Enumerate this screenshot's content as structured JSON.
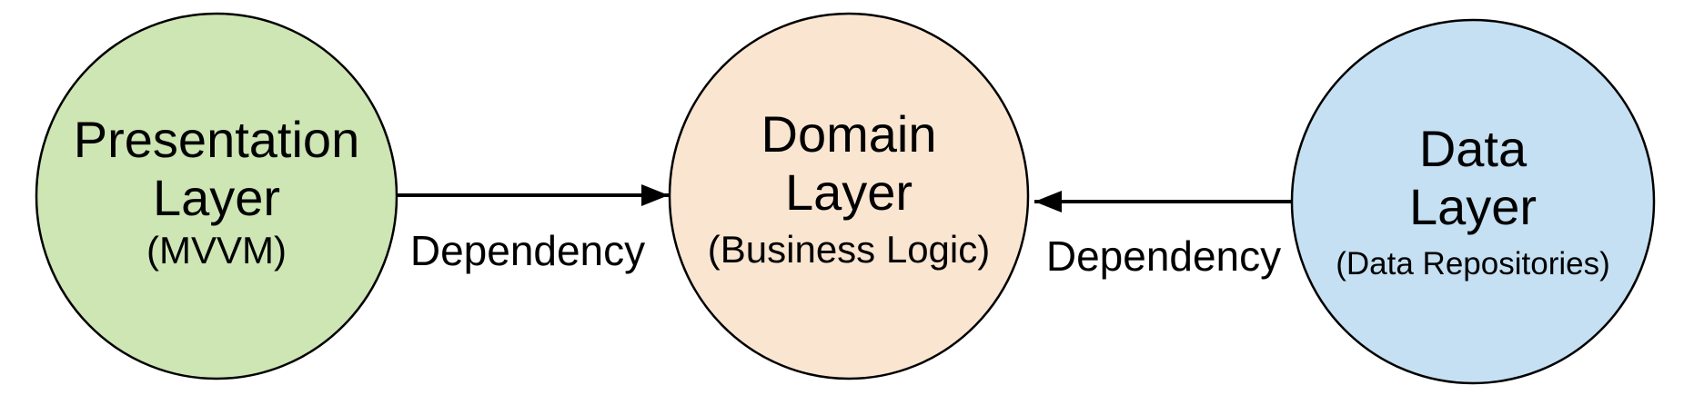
{
  "diagram": {
    "nodes": [
      {
        "id": "presentation-layer",
        "line1": "Presentation",
        "line2": "Layer",
        "subtitle": "(MVVM)",
        "fill": "#cde6b4",
        "stroke": "#000000"
      },
      {
        "id": "domain-layer",
        "line1": "Domain",
        "line2": "Layer",
        "subtitle": "(Business Logic)",
        "fill": "#fae5d1",
        "stroke": "#000000"
      },
      {
        "id": "data-layer",
        "line1": "Data",
        "line2": "Layer",
        "subtitle": "(Data Repositories)",
        "fill": "#c5e0f2",
        "stroke": "#000000"
      }
    ],
    "edges": [
      {
        "label": "Dependency",
        "from": "presentation-layer",
        "to": "domain-layer",
        "direction": "right"
      },
      {
        "label": "Dependency",
        "from": "data-layer",
        "to": "domain-layer",
        "direction": "left"
      }
    ],
    "colors": {
      "edge_label": "#8fa7d8",
      "arrow": "#000000",
      "text": "#000000",
      "background": "#ffffff"
    }
  }
}
